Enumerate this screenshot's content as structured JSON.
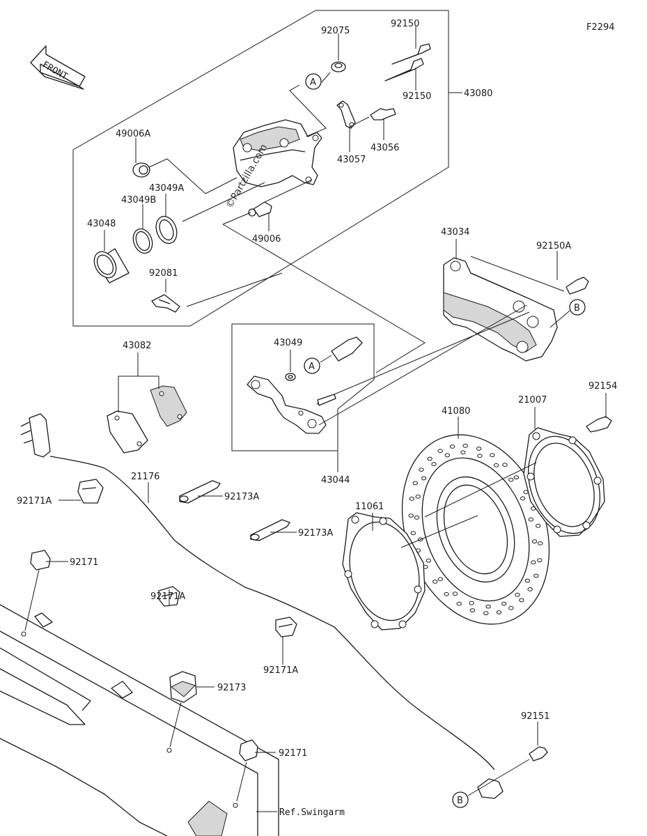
{
  "figure_code": "F2294",
  "front_label": "FRONT",
  "watermark": "©Partzilla.com",
  "circle_markers": {
    "a": "A",
    "b": "B"
  },
  "ref_label": "Ref.Swingarm",
  "parts": {
    "p92075": "92075",
    "p92150_top": "92150",
    "p92150_bot": "92150",
    "p43080": "43080",
    "p43056": "43056",
    "p43057": "43057",
    "p49006A": "49006A",
    "p43049A": "43049A",
    "p43049B": "43049B",
    "p43048": "43048",
    "p49006": "49006",
    "p92081": "92081",
    "p43034": "43034",
    "p92150A": "92150A",
    "p43082": "43082",
    "p43049": "43049",
    "p43044": "43044",
    "p41080": "41080",
    "p21007": "21007",
    "p92154": "92154",
    "p11061": "11061",
    "p21176": "21176",
    "p92171A_1": "92171A",
    "p92171A_2": "92171A",
    "p92171A_3": "92171A",
    "p92173A_1": "92173A",
    "p92173A_2": "92173A",
    "p92171_1": "92171",
    "p92171_2": "92171",
    "p92173": "92173",
    "p92151": "92151"
  }
}
